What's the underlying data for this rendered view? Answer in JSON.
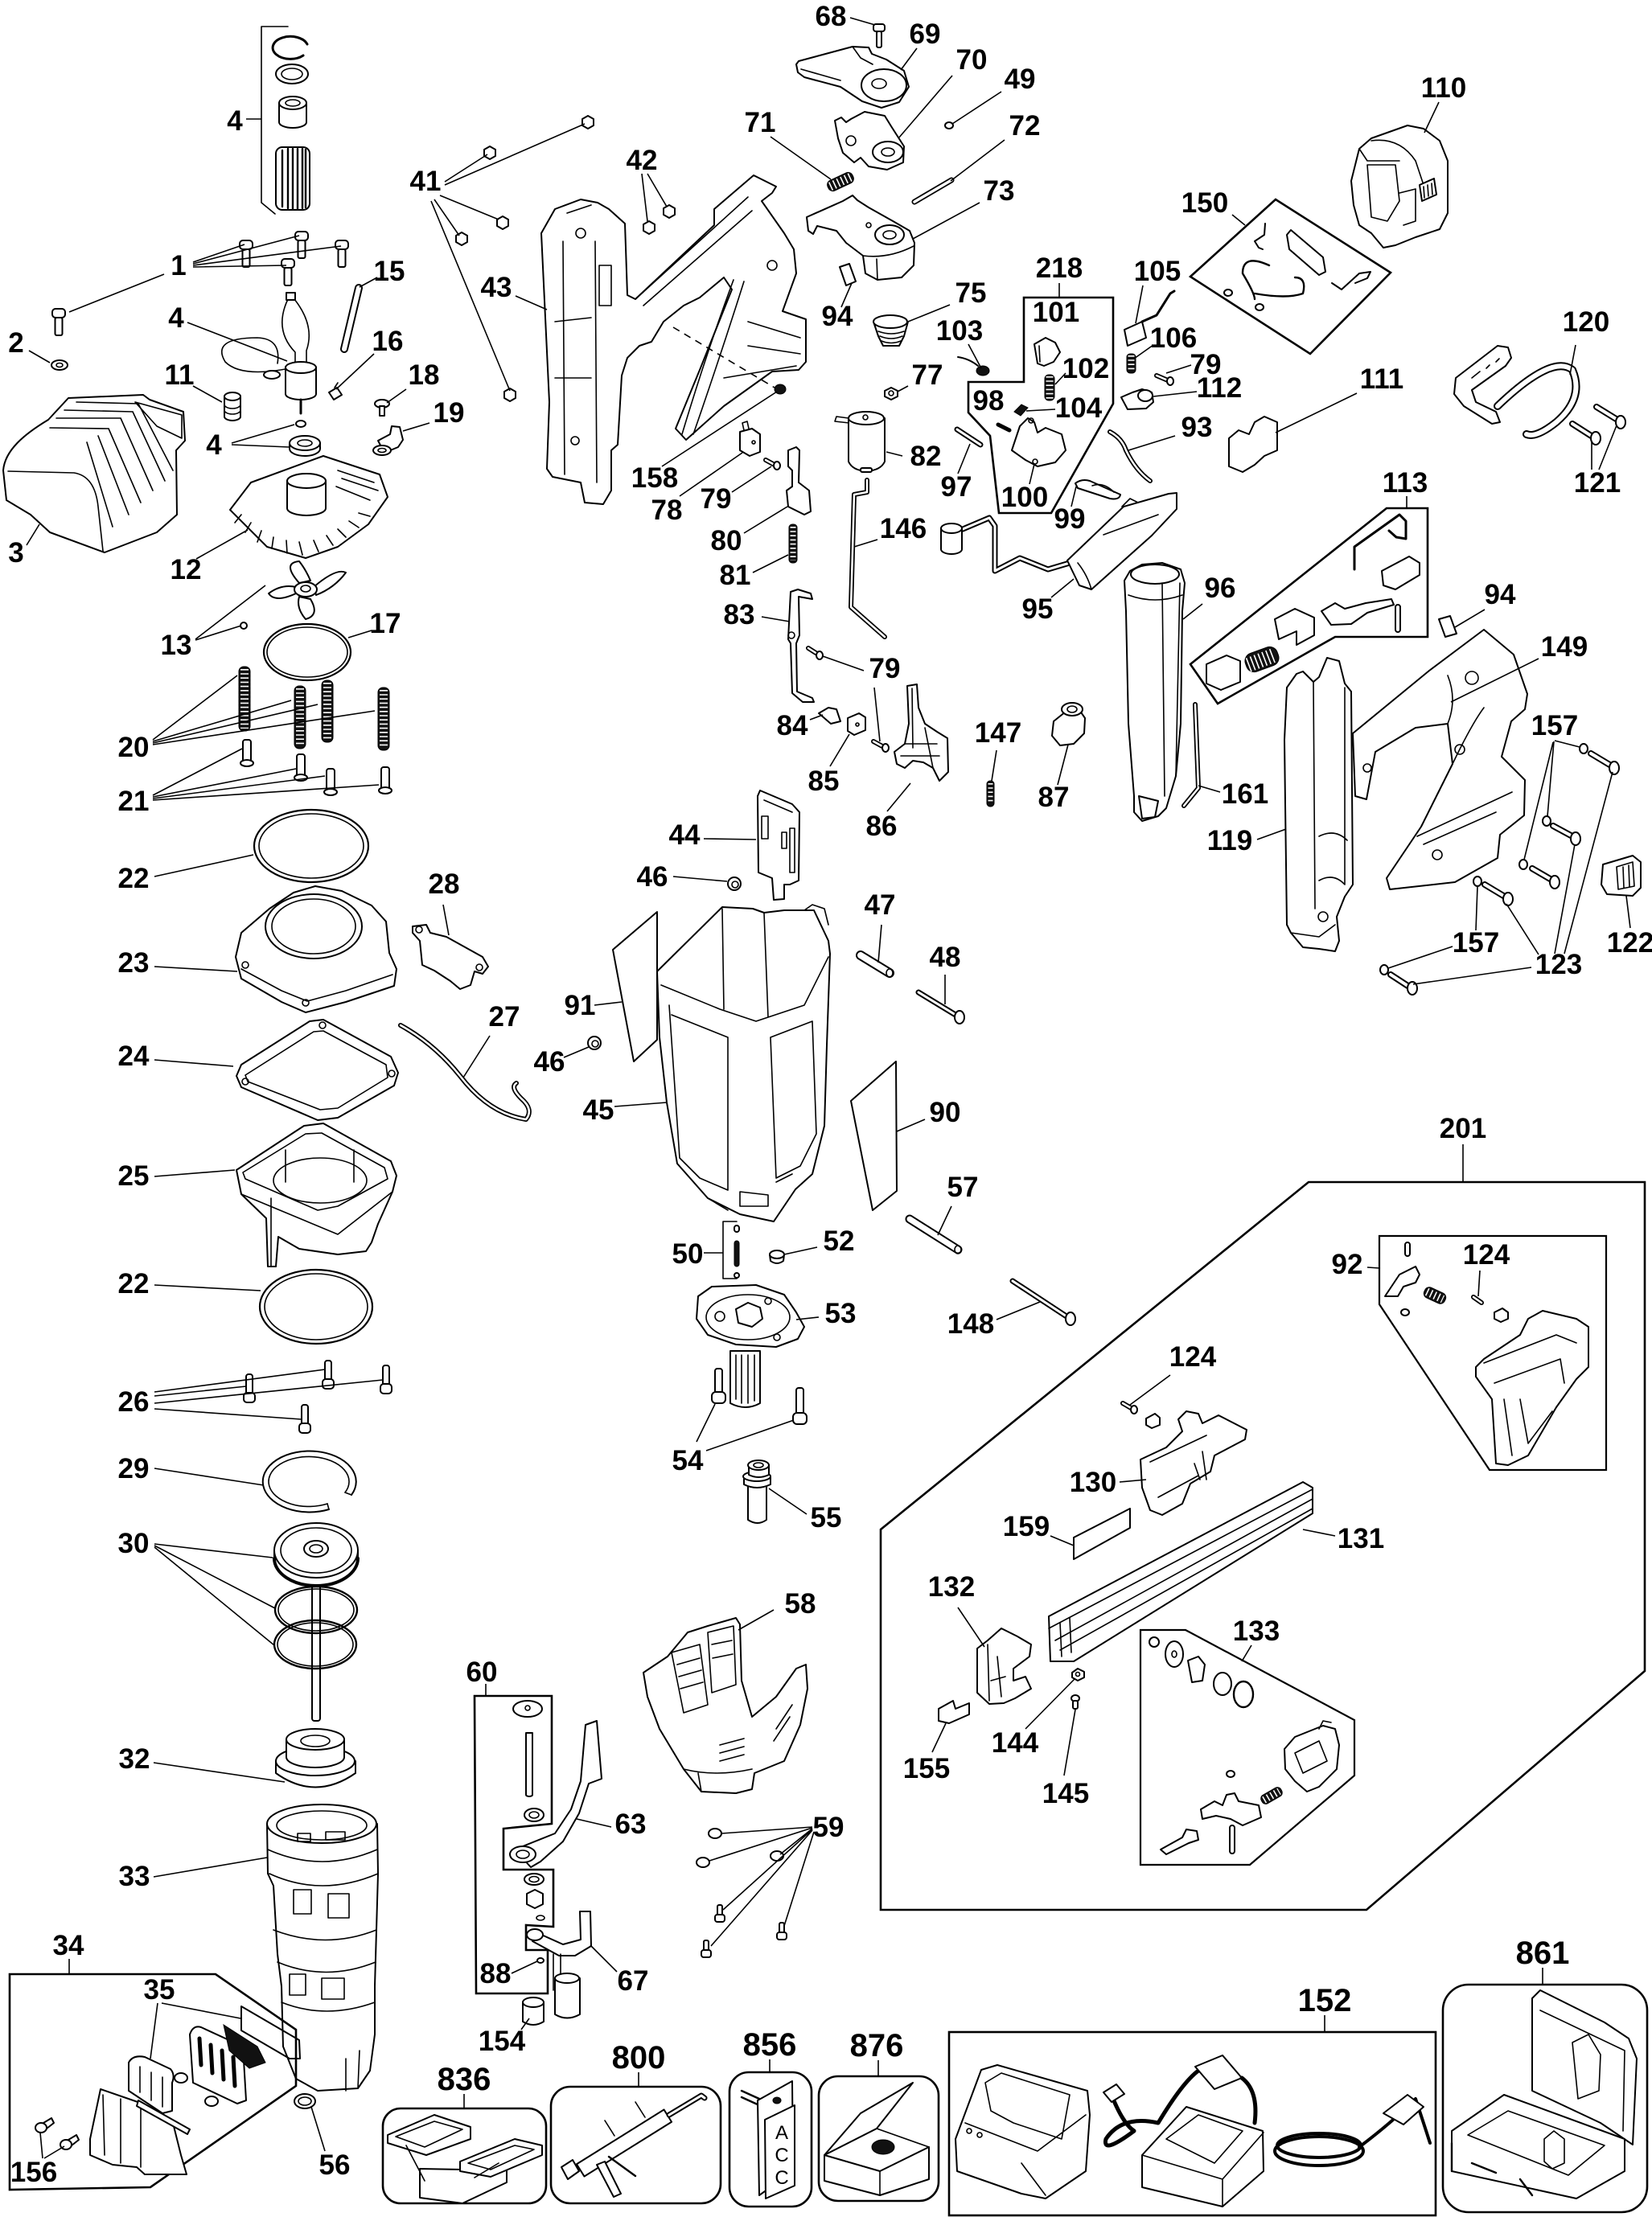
{
  "callouts": {
    "p1": "1",
    "p2": "2",
    "p3": "3",
    "p4a": "4",
    "p4b": "4",
    "p4c": "4",
    "p11": "11",
    "p12": "12",
    "p13": "13",
    "p15": "15",
    "p16": "16",
    "p17": "17",
    "p18": "18",
    "p19": "19",
    "p20": "20",
    "p21": "21",
    "p22a": "22",
    "p22b": "22",
    "p23": "23",
    "p24": "24",
    "p25": "25",
    "p26": "26",
    "p27": "27",
    "p28": "28",
    "p29": "29",
    "p30": "30",
    "p32": "32",
    "p33": "33",
    "p34": "34",
    "p35": "35",
    "p41": "41",
    "p42": "42",
    "p43": "43",
    "p44": "44",
    "p45": "45",
    "p46a": "46",
    "p46b": "46",
    "p47": "47",
    "p48": "48",
    "p49": "49",
    "p50": "50",
    "p52": "52",
    "p53": "53",
    "p54": "54",
    "p55": "55",
    "p56": "56",
    "p57": "57",
    "p58": "58",
    "p59": "59",
    "p60": "60",
    "p63": "63",
    "p67": "67",
    "p68": "68",
    "p69": "69",
    "p70": "70",
    "p71": "71",
    "p72": "72",
    "p73": "73",
    "p75": "75",
    "p77": "77",
    "p78": "78",
    "p79a": "79",
    "p79b": "79",
    "p79c": "79",
    "p80": "80",
    "p81": "81",
    "p82": "82",
    "p83": "83",
    "p84": "84",
    "p85": "85",
    "p86": "86",
    "p87": "87",
    "p88": "88",
    "p90": "90",
    "p91": "91",
    "p92": "92",
    "p93": "93",
    "p94a": "94",
    "p94b": "94",
    "p95": "95",
    "p96": "96",
    "p97": "97",
    "p98": "98",
    "p99": "99",
    "p100": "100",
    "p101": "101",
    "p102": "102",
    "p103": "103",
    "p104": "104",
    "p105": "105",
    "p106": "106",
    "p110": "110",
    "p111": "111",
    "p112": "112",
    "p113": "113",
    "p119": "119",
    "p120": "120",
    "p121": "121",
    "p122": "122",
    "p123": "123",
    "p124a": "124",
    "p124b": "124",
    "p130": "130",
    "p131": "131",
    "p132": "132",
    "p133": "133",
    "p144": "144",
    "p145": "145",
    "p146": "146",
    "p147": "147",
    "p148": "148",
    "p149": "149",
    "p150": "150",
    "p154": "154",
    "p155": "155",
    "p156": "156",
    "p157a": "157",
    "p157b": "157",
    "p158": "158",
    "p159": "159",
    "p161": "161",
    "p201": "201",
    "p218": "218"
  },
  "accessory_kits": {
    "k836": "836",
    "k800": "800",
    "k856": "856",
    "k876": "876",
    "k152": "152",
    "k861": "861"
  },
  "kit_856_tag_letters": [
    "A",
    "C",
    "C"
  ]
}
